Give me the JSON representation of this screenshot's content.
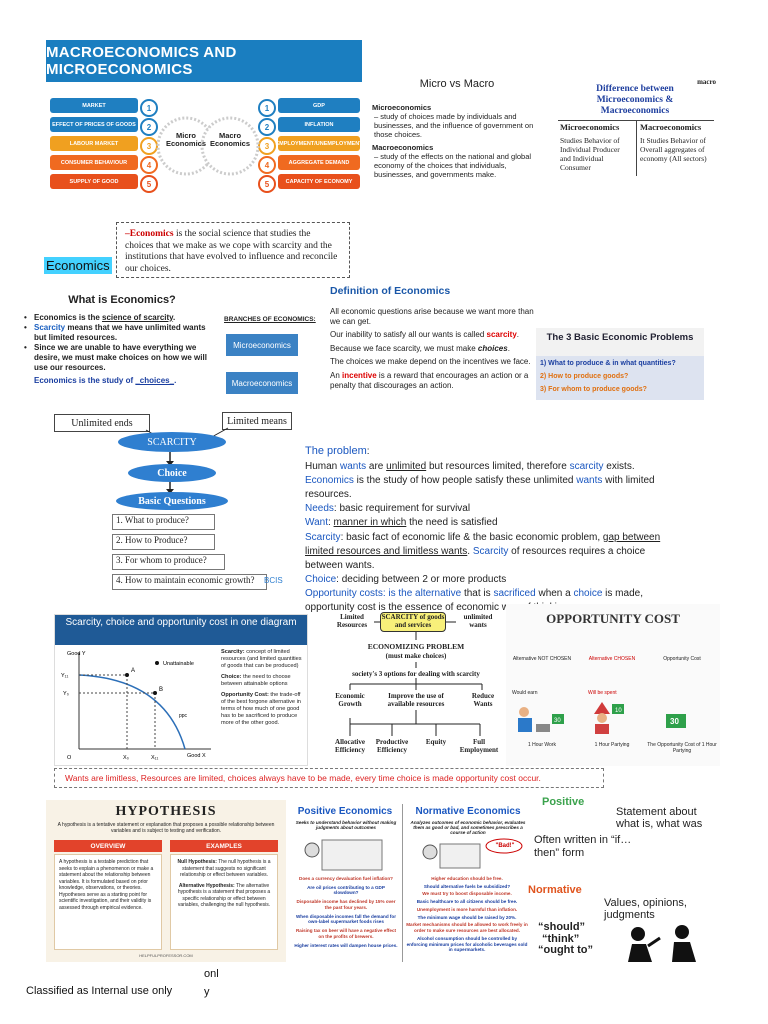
{
  "panel1": {
    "title": "MACROECONOMICS AND MICROECONOMICS",
    "left_items": [
      "MARKET",
      "EFFECT OF PRICES OF GOODS",
      "LABOUR MARKET",
      "CONSUMER BEHAVIOUR",
      "SUPPLY OF GOOD"
    ],
    "right_items": [
      "GDP",
      "INFLATION",
      "EMPLOYMENT/UNEMPLOYMENT",
      "AGGREGATE DEMAND",
      "CAPACITY OF ECONOMY"
    ],
    "numbers": [
      "1",
      "2",
      "3",
      "4",
      "5"
    ],
    "micro_label": "Micro Economics",
    "macro_label": "Macro Economics",
    "colors": [
      "#1f7fc1",
      "#1f7fc1",
      "#f0a020",
      "#f06a20",
      "#e8501c"
    ]
  },
  "micro_vs_macro": {
    "title": "Micro vs Macro",
    "micro_heading": "Microeconomics",
    "micro_text": "– study of choices made by individuals and businesses, and the influence of government on those choices.",
    "macro_heading": "Macroeconomics",
    "macro_text": "– study of the effects on the national and global economy of the choices that individuals, businesses, and governments make."
  },
  "difference": {
    "corner": "macro",
    "title": "Difference between Microeconomics & Macroeconomics",
    "col1_head": "Microeconomics",
    "col2_head": "Macroeconomics",
    "col1_text": "Studies Behavior of Individual Producer and Individual Consumer",
    "col2_text": "It Studies Behavior of Overall aggregates of economy (All sectors)"
  },
  "definition_box": {
    "keyword": "–Economics",
    "text": " is the social science that studies the choices that we make as we cope with scarcity and the institutions that have evolved to influence and reconcile our choices."
  },
  "economics_label": "Economics",
  "what_is": {
    "title": "What is Economics?",
    "b1_a": "Economics is the ",
    "b1_b": "science of scarcity",
    "b1_c": ".",
    "b2_a": "Scarcity",
    "b2_b": " means that we have unlimited wants but limited resources.",
    "b3": "Since we are unable to have everything we desire, we must make choices on how we will use our resources.",
    "study_a": "Economics is the study of ",
    "study_b": "_choices_",
    "study_c": "."
  },
  "branches": {
    "heading": "BRANCHES OF ECONOMICS:",
    "b1": "Microeconomics",
    "b2": "Macroeconomics"
  },
  "definition": {
    "title": "Definition of Economics",
    "l1": "All economic questions arise because we want more than we can get.",
    "l2a": "Our inability to satisfy all our wants is called ",
    "l2b": "scarcity",
    "l2c": ".",
    "l3a": "Because we face scarcity, we must make ",
    "l3b": "choices",
    "l3c": ".",
    "l4": "The choices we make depend on the incentives we face.",
    "l5a": "An ",
    "l5b": "incentive",
    "l5c": " is a reward that encourages an action or a penalty that discourages an action."
  },
  "three_problems": {
    "title": "The 3 Basic Economic Problems",
    "q1": "1) What to produce & in what quantities?",
    "q2": "2) How to produce goods?",
    "q3": "3) For whom to produce goods?"
  },
  "scarcity_flow": {
    "unlimited": "Unlimited ends",
    "limited": "Limited means",
    "scarcity": "SCARCITY",
    "choice": "Choice",
    "basic": "Basic Questions",
    "q1": "1. What to produce?",
    "q2": "2. How to Produce?",
    "q3": "3. For whom to produce?",
    "q4": "4. How to maintain economic growth?",
    "logo": "BCIS"
  },
  "problem": {
    "heading": "The problem",
    "colon": ":",
    "line1a": "Human ",
    "line1b": "wants",
    "line1c": " are ",
    "line1d": "unlimited",
    "line1e": " but resources limited, therefore ",
    "line1f": "scarcity",
    "line1g": " exists.",
    "line2a": "Economics",
    "line2b": " is the study of how people satisfy these unlimited ",
    "line2c": "wants",
    "line2d": " with limited resources.",
    "line3a": "Needs",
    "line3b": ": basic requirement for survival",
    "line4a": "Want",
    "line4b": ": ",
    "line4c": "manner in which",
    "line4d": " the need is satisfied",
    "line5a": "Scarcity",
    "line5b": ": basic fact of economic life & the basic economic problem, ",
    "line5c": "gap between limited resources and limitless wants",
    "line5d": ". ",
    "line5e": "Scarcity",
    "line5f": " of resources requires a choice between wants.",
    "line6a": "Choice",
    "line6b": ": deciding between 2 or more products",
    "line7a": "Opportunity costs",
    "line7b": ": is the alternative",
    "line7c": " that is ",
    "line7d": "sacrificed",
    "line7e": " when a ",
    "line7f": "choice",
    "line7g": " is made, opportunity cost is the essence of economic way of ",
    "line7h": "thinking"
  },
  "diagram": {
    "title": "Scarcity, choice and opportunity cost in one diagram",
    "axis_y": "Good Y",
    "axis_x": "Good X",
    "unattainable": "Unattainable",
    "ppc": "ppc",
    "labels": [
      "A",
      "B",
      "Y₁₁",
      "Y₀",
      "X₀",
      "X₁₁",
      "O"
    ],
    "s_head": "Scarcity:",
    "s_text": " concept of limited resources (and limited quantities of goods that can be produced)",
    "c_head": "Choice:",
    "c_text": " the need to choose between attainable options",
    "o_head": "Opportunity Cost:",
    "o_text": " the trade-off of the best forgone alternative in terms of how much of one good has to be sacrificed to produce more of the other good."
  },
  "scarcity_choice": {
    "limited": "Limited Resources",
    "scarcity": "SCARCITY of goods and services",
    "unlimited": "unlimited wants",
    "problem": "ECONOMIZING PROBLEM",
    "must": "(must make choices)",
    "society": "society's 3 options for dealing with scarcity",
    "o1": "Economic Growth",
    "o2": "Improve the use of available resources",
    "o3": "Reduce Wants",
    "r1": "Allocative Efficiency",
    "r2": "Productive Efficiency",
    "r3": "Equity",
    "r4": "Full Employment"
  },
  "opp_cost": {
    "title": "OPPORTUNITY COST",
    "h1": "Alternative NOT CHOSEN",
    "h2": "Alternative CHOSEN",
    "h3": "Opportunity Cost",
    "would": "Would earn",
    "will": "Will be spent",
    "v1": "30",
    "v2": "10",
    "v3": "30",
    "c1": "1 Hour Work",
    "c2": "1 Hour Partying",
    "c3": "The Opportunity Cost of 1 Hour Partying"
  },
  "wants_line": "Wants are limitless, Resources are limited, choices always have to be made, every time choice is made opportunity cost occur.",
  "hypothesis": {
    "title": "HYPOTHESIS",
    "intro": "A hypothesis is a tentative statement or explanation that proposes a possible relationship between variables and is subject to testing and verification.",
    "overview": "OVERVIEW",
    "examples": "EXAMPLES",
    "ov_text": "A hypothesis is a testable prediction that seeks to explain a phenomenon or make a statement about the relationship between variables. It is formulated based on prior knowledge, observations, or theories. Hypotheses serve as a starting point for scientific investigation, and their validity is assessed through empirical evidence.",
    "null_head": "Null Hypothesis:",
    "null_text": " The null hypothesis is a statement that suggests no significant relationship or effect between variables.",
    "alt_head": "Alternative Hypothesis:",
    "alt_text": " The alternative hypothesis is a statement that proposes a specific relationship or effect between variables, challenging the null hypothesis.",
    "footer": "HELPFULPROFESSOR.COM"
  },
  "pos_norm": {
    "pos_title": "Positive Economics",
    "pos_sub": "Seeks to understand behavior without making judgments about outcomes",
    "norm_title": "Normative Economics",
    "norm_sub": "Analyzes outcomes of economic behavior, evaluates them as good or bad, and sometimes prescribes a course of action",
    "bad": "\"Bad!\"",
    "pos_items": [
      "Does a currency devaluation fuel inflation?",
      "Are oil prices contributing to a GDP slowdown?",
      "Disposable income has declined by 15% over the past four years.",
      "When disposable incomes fall the demand for own-label supermarket foods rises",
      "Raising tax on beer will have a negative effect on the profits of brewers.",
      "Higher interest rates will dampen house prices."
    ],
    "norm_items": [
      "Higher education should be free.",
      "Should alternative fuels be subsidized?",
      "We must try to boost disposable income.",
      "Basic healthcare to all citizens should be free.",
      "Unemployment is more harmful than inflation.",
      "The minimum wage should be raised by 20%.",
      "Market mechanisms should be allowed to work freely in order to make sure resources are best allocated.",
      "Alcohol consumption should be controlled by enforcing minimum prices for alcoholic beverages sold in supermarkets."
    ]
  },
  "positive_normative": {
    "positive": "Positive",
    "pos_text": "Statement about what is, what was",
    "often": "Often written in “if…then” form",
    "normative": "Normative",
    "norm_text": "Values, opinions, judgments",
    "q1": "“should”",
    "q2": "“think”",
    "q3": "“ought to”"
  },
  "footer": {
    "classified": "Classified as Internal use only",
    "onl": "onl",
    "y": "y"
  }
}
